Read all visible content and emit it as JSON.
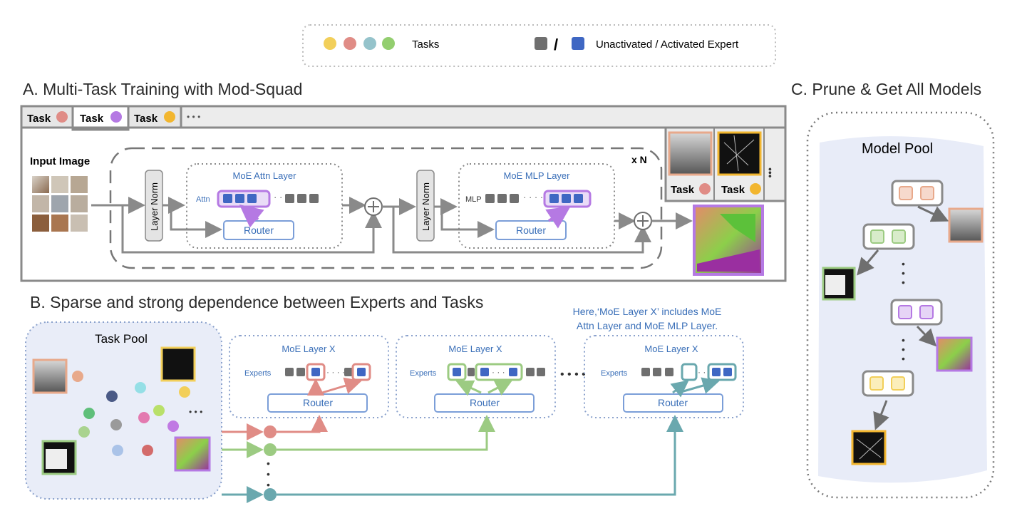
{
  "legend": {
    "tasks_label": "Tasks",
    "separator": "/",
    "experts_label": "Unactivated / Activated Expert",
    "task_colors": [
      "#f2cf5a",
      "#e08c86",
      "#95c3cb",
      "#93ce6f"
    ],
    "unactivated_color": "#6f6f6f",
    "activated_color": "#3f67c3"
  },
  "section_a": {
    "title": "A. Multi-Task Training with Mod-Squad",
    "tabs": [
      "Task",
      "Task",
      "Task"
    ],
    "tab_colors": [
      "#e08c86",
      "#b579e3",
      "#f2b62f"
    ],
    "tab_more": "• • •",
    "input_label": "Input Image",
    "repeat_label": "x N",
    "layer_norm_label": "Layer Norm",
    "attn_layer_title": "MoE Attn Layer",
    "attn_label": "Attn",
    "mlp_layer_title": "MoE MLP Layer",
    "mlp_label": "MLP",
    "router_label": "Router",
    "output_tasks": [
      "Task",
      "Task"
    ],
    "output_task_colors": [
      "#e08c86",
      "#f2b62f"
    ]
  },
  "section_b": {
    "title": "B. Sparse and strong dependence between Experts and Tasks",
    "task_pool_label": "Task Pool",
    "moe_layer_title": "MoE Layer X",
    "experts_label": "Experts",
    "router_label": "Router",
    "note_line1": "Here,‘MoE Layer X’ includes MoE",
    "note_line2": "Attn Layer and MoE MLP Layer.",
    "pool_more": "• • •",
    "branch_colors": [
      "#e08c86",
      "#9ccb82",
      "#6aa8ae"
    ]
  },
  "section_c": {
    "title": "C. Prune & Get All Models",
    "model_pool_label": "Model Pool",
    "model_colors": [
      "#e8a98b",
      "#9ccb82",
      "#b579e3",
      "#f2cf5a"
    ]
  }
}
